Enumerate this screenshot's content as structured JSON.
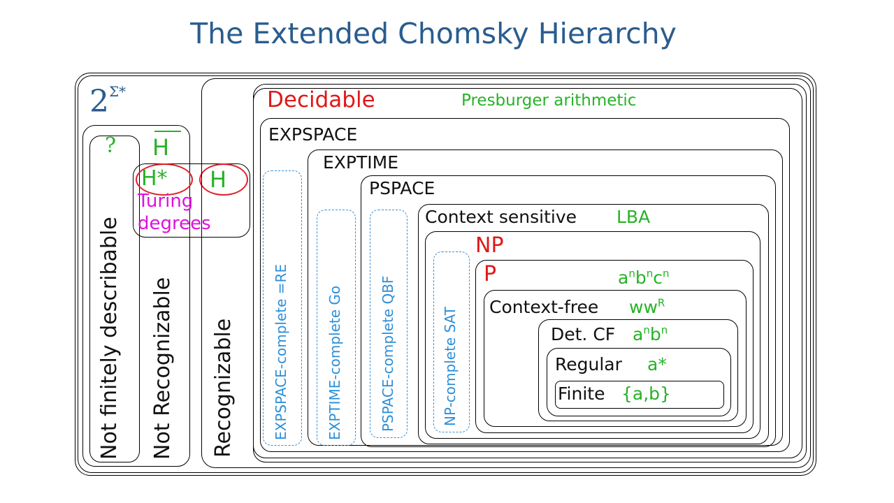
{
  "title": "The Extended Chomsky Hierarchy",
  "power_set": {
    "base": "2",
    "exp": "Σ*"
  },
  "not_finitely_describable": {
    "label": "Not finitely describable",
    "question": "?"
  },
  "not_recognizable": {
    "label": "Not Recognizable",
    "h_complement": "H"
  },
  "turing_degrees": {
    "h_star": "H*",
    "h": "H",
    "label_line1": "Turing",
    "label_line2": "degrees"
  },
  "recognizable": {
    "label": "Recognizable"
  },
  "decidable": {
    "label": "Decidable",
    "example": "Presburger arithmetic"
  },
  "expspace": {
    "label": "EXPSPACE",
    "complete": "EXPSPACE-complete =RE"
  },
  "exptime": {
    "label": "EXPTIME",
    "complete": "EXPTIME-complete Go"
  },
  "pspace": {
    "label": "PSPACE",
    "complete": "PSPACE-complete QBF"
  },
  "context_sensitive": {
    "label": "Context sensitive",
    "example": "LBA"
  },
  "np": {
    "label": "NP",
    "complete": "NP-complete SAT"
  },
  "p": {
    "label": "P",
    "example_base": "a",
    "example_n": "n",
    "example_b": "b",
    "example_c": "c"
  },
  "context_free": {
    "label": "Context-free",
    "example_base": "ww",
    "example_exp": "R"
  },
  "det_cf": {
    "label": "Det. CF",
    "example_a": "a",
    "example_n": "n",
    "example_b": "b"
  },
  "regular": {
    "label": "Regular",
    "example": "a*"
  },
  "finite": {
    "label": "Finite",
    "example": "{a,b}"
  },
  "colors": {
    "title": "#2a5c8e",
    "green": "#27b227",
    "red": "#e01818",
    "magenta": "#dd11dd",
    "blue": "#2d8fd8"
  }
}
